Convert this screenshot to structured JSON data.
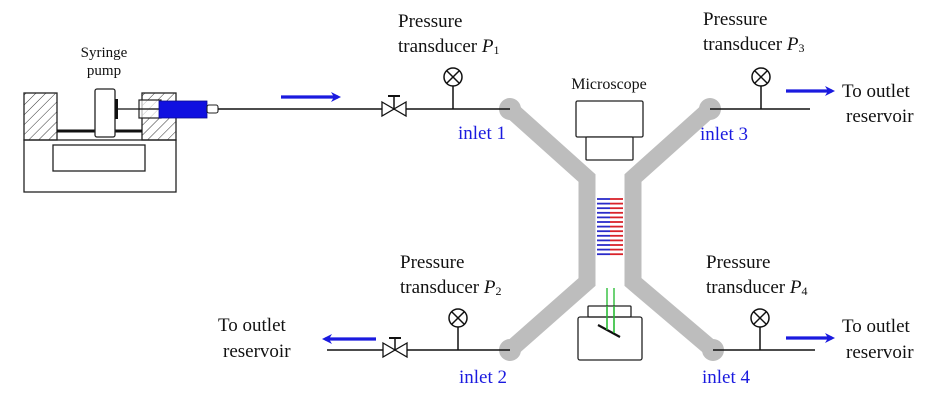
{
  "title": "Microfluidic experimental setup schematic",
  "colors": {
    "flow_arrow": "#1a1adf",
    "inlet_label": "#1a1adf",
    "channel": "#bdbdbd",
    "syringe": "#1010e0",
    "stripe_blue": "#2a2ac8",
    "stripe_red": "#d8232a",
    "light_path": "#2fbf3a",
    "line": "#111111"
  },
  "syringe_pump": {
    "label_line1": "Syringe",
    "label_line2": "pump"
  },
  "microscope": {
    "label": "Microscope"
  },
  "transducers": [
    {
      "id": "P1",
      "line1": "Pressure",
      "line2": "transducer ",
      "symbol": "P",
      "subscript": "1"
    },
    {
      "id": "P2",
      "line1": "Pressure",
      "line2": "transducer ",
      "symbol": "P",
      "subscript": "2"
    },
    {
      "id": "P3",
      "line1": "Pressure",
      "line2": "transducer ",
      "symbol": "P",
      "subscript": "3"
    },
    {
      "id": "P4",
      "line1": "Pressure",
      "line2": "transducer ",
      "symbol": "P",
      "subscript": "4"
    }
  ],
  "inlets": [
    {
      "label": "inlet 1"
    },
    {
      "label": "inlet 2"
    },
    {
      "label": "inlet 3"
    },
    {
      "label": "inlet 4"
    }
  ],
  "outlets": [
    {
      "line1": "To outlet",
      "line2": "reservoir"
    },
    {
      "line1": "To outlet",
      "line2": "reservoir"
    },
    {
      "line1": "To outlet",
      "line2": "reservoir"
    }
  ],
  "stripes": {
    "count": 13
  }
}
